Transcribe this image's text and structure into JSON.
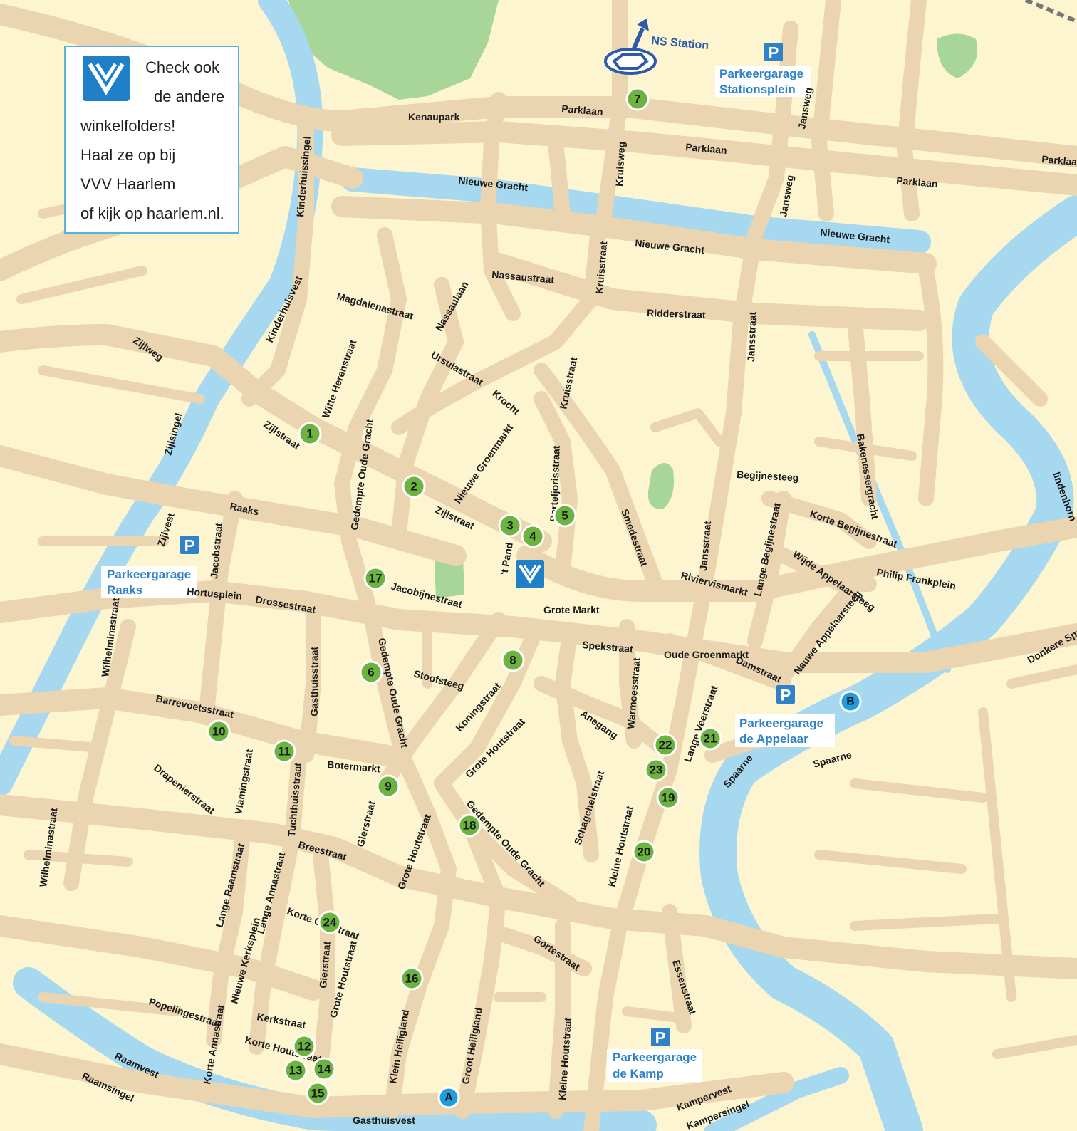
{
  "info_box": {
    "lines": [
      "Check ook",
      "de andere",
      "winkelfolders!",
      "Haal ze op bij",
      "VVV Haarlem",
      "of kijk op haarlem.nl."
    ]
  },
  "ns_station": {
    "label": "NS Station"
  },
  "parking": [
    {
      "name": "stationsplein",
      "lines": [
        "Parkeergarage",
        "Stationsplein"
      ]
    },
    {
      "name": "raaks",
      "lines": [
        "Parkeergarage",
        "Raaks"
      ]
    },
    {
      "name": "appelaar",
      "lines": [
        "Parkeergarage",
        "de Appelaar"
      ]
    },
    {
      "name": "kamp",
      "lines": [
        "Parkeergarage",
        "de Kamp"
      ]
    }
  ],
  "parking_icon_label": "P",
  "markers": [
    "1",
    "2",
    "3",
    "4",
    "5",
    "6",
    "7",
    "8",
    "9",
    "10",
    "11",
    "12",
    "13",
    "14",
    "15",
    "16",
    "17",
    "18",
    "19",
    "20",
    "21",
    "22",
    "23",
    "24"
  ],
  "blue_markers": [
    "A",
    "B"
  ],
  "streets": {
    "kenaupark": "Kenaupark",
    "parklaan1": "Parklaan",
    "parklaan2": "Parklaan",
    "parklaan3": "Parklaan",
    "parklaan4": "Parklaan",
    "jansweg1": "Jansweg",
    "jansweg2": "Jansweg",
    "kruisweg": "Kruisweg",
    "nieuwegracht1": "Nieuwe Gracht",
    "nieuwegracht2": "Nieuwe Gracht",
    "nieuwegracht3": "Nieuwe Gracht",
    "kinderhuissingel": "Kinderhuissingel",
    "kinderhuisvest": "Kinderhuisvest",
    "nassaustraat": "Nassaustraat",
    "magdalenastraat": "Magdalenastraat",
    "nassaulaan": "Nassaulaan",
    "kruisstraat1": "Kruisstraat",
    "kruisstraat2": "Kruisstraat",
    "ridderstraat": "Ridderstraat",
    "jansstraat1": "Jansstraat",
    "jansstraat2": "Jansstraat",
    "zijlweg": "Zijlweg",
    "witteherenstraat": "Witte Herenstraat",
    "ursulastraat": "Ursulastraat",
    "krocht": "Krocht",
    "zijlsingel": "Zijlsingel",
    "zijlstraat1": "Zijlstraat",
    "zijlstraat2": "Zijlstraat",
    "gedempteoudegracht1": "Gedempte Oude Gracht",
    "gedempteoudegracht2": "Gedempte Oude Gracht",
    "gedempteoudegracht3": "Gedempte Oude Gracht",
    "nieuwegroenmarkt": "Nieuwe Groenmarkt",
    "barteljorisstraat": "Barteljorisstraat",
    "begijnesteeg": "Begijnesteeg",
    "kortebegijnestraat": "Korte Begijnestraat",
    "langebegijnestraat": "Lange Begijnestraat",
    "bakenessergracht": "Bakenessergracht",
    "raaks": "Raaks",
    "zijlvest": "Zijlvest",
    "jacobstraat": "Jacobstraat",
    "tpand": "'t Pand",
    "smedestraat": "Smedestraat",
    "wijdeappelaarsteeg": "Wijde Appelaarsteeg",
    "philipfrankplein": "Philip Frankplein",
    "riviervismarkt": "Riviervismarkt",
    "hortusplein": "Hortusplein",
    "drossestraat": "Drossestraat",
    "jacobijnestraat": "Jacobijnestraat",
    "grotemarkt": "Grote Markt",
    "nauweappelaarsteeg": "Nauwe Appelaarsteeg",
    "wilhelminastraat1": "Wilhelminastraat",
    "wilhelminastraat2": "Wilhelminastraat",
    "spekstraat": "Spekstraat",
    "oudegroenmarkt": "Oude Groenmarkt",
    "damstraat": "Damstraat",
    "stoofsteeg": "Stoofsteeg",
    "gasthuisstraat": "Gasthuisstraat",
    "barrevoetsstraat": "Barrevoetsstraat",
    "koningstraat": "Koningstraat",
    "warmoesstraat": "Warmoesstraat",
    "anegang": "Anegang",
    "langeveerstraat": "Lange Veerstraat",
    "spaarne1": "Spaarne",
    "spaarne2": "Spaarne",
    "vlamingstraat": "Vlamingstraat",
    "botermarkt": "Botermarkt",
    "grotehoutstraat1": "Grote Houtstraat",
    "grotehoutstraat2": "Grote Houtstraat",
    "grotehoutstraat3": "Grote Houtstraat",
    "drapenierstraat": "Drapenierstraat",
    "tuchthuisstraat": "Tuchthuisstraat",
    "gierstraat1": "Gierstraat",
    "gierstraat2": "Gierstraat",
    "schagchelstraat": "Schagchelstraat",
    "kleinehoutstraat1": "Kleine Houtstraat",
    "kleinehoutstraat2": "Kleine Houtstraat",
    "breestraat": "Breestraat",
    "langeraamstraat": "Lange Raamstraat",
    "langeannastraat": "Lange Annastraat",
    "kortegierstraat": "Korte Gierstraat",
    "gortestraat": "Gortestraat",
    "essenstraat": "Essenstraat",
    "nieuwekerksplein": "Nieuwe Kerksplein",
    "popelingestraat": "Popelingestraat",
    "kerkstraat": "Kerkstraat",
    "kortehoutstraat": "Korte Houtstraat",
    "kleinheiligland": "Klein Heiligland",
    "grootheiligland": "Groot Heiligland",
    "raamvest": "Raamvest",
    "korteannastraat": "Korte Annastraat",
    "raamsingel": "Raamsingel",
    "gasthuisvest": "Gasthuisvest",
    "kampervest": "Kampervest",
    "kampersingel": "Kampersingel",
    "donkerespaarne": "Donkere Spaarne",
    "lindenhorn": "lindenhorn"
  },
  "colors": {
    "land": "#fdf5d0",
    "road": "#ead5b0",
    "water": "#a6d9ef",
    "park": "#a8d598",
    "marker_green": "#6db33f",
    "marker_blue": "#1e9ee0",
    "parking_blue": "#2f82c8",
    "vvv_blue": "#1f80c8"
  }
}
